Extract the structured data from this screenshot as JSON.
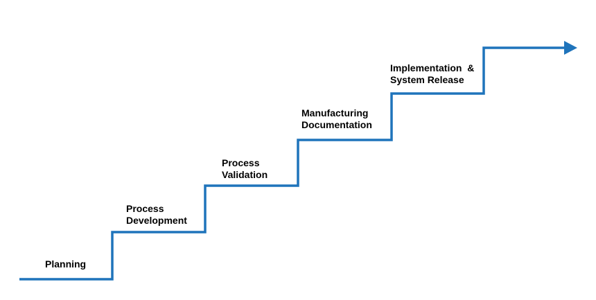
{
  "diagram": {
    "line_color": "#1f74bb",
    "text_color": "#000000",
    "steps": [
      {
        "lines": [
          "Planning"
        ]
      },
      {
        "lines": [
          "Process",
          "Development"
        ]
      },
      {
        "lines": [
          "Process",
          "Validation"
        ]
      },
      {
        "lines": [
          "Manufacturing",
          "Documentation"
        ]
      },
      {
        "lines": [
          "Implementation  &",
          "System Release"
        ]
      }
    ],
    "arrow": "arrow-right-icon"
  }
}
